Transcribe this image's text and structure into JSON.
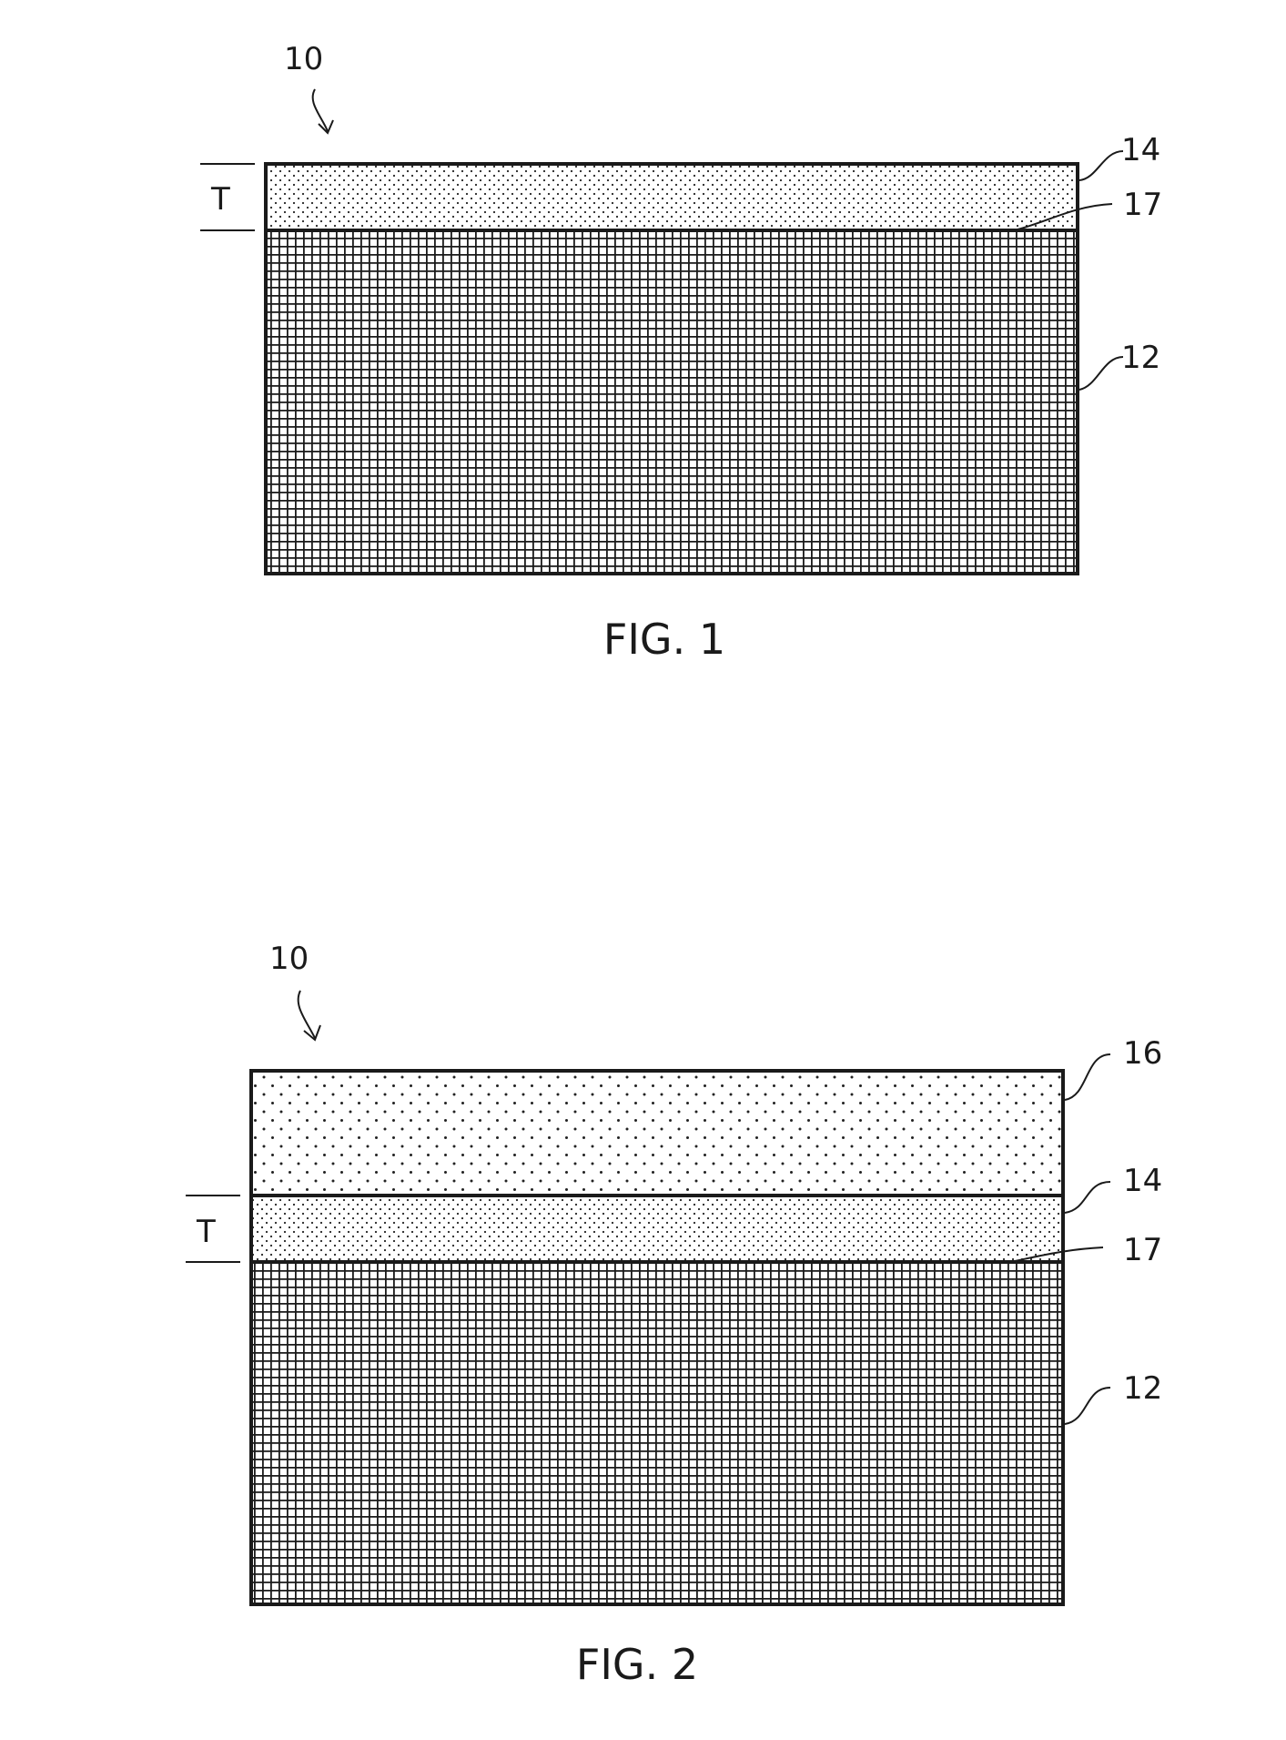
{
  "figures": [
    {
      "caption": "FIG. 1",
      "labels": {
        "device": "10",
        "thickness": "T",
        "layer_14": "14",
        "interface_17": "17",
        "substrate_12": "12"
      }
    },
    {
      "caption": "FIG. 2",
      "labels": {
        "device": "10",
        "thickness": "T",
        "layer_16": "16",
        "layer_14": "14",
        "interface_17": "17",
        "substrate_12": "12"
      }
    }
  ],
  "colors": {
    "ink": "#1a1a1a",
    "paper": "#ffffff"
  }
}
